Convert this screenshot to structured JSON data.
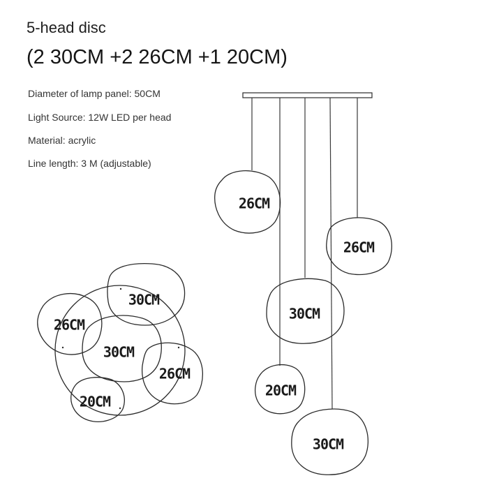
{
  "header": {
    "title": "5-head disc",
    "subtitle": "(2 30CM +2 26CM +1 20CM)"
  },
  "specs": [
    "Diameter of lamp panel: 50CM",
    "Light Source: 12W LED per head",
    "Material: acrylic",
    "Line length: 3 M (adjustable)"
  ],
  "top_view": {
    "labels": [
      "30CM",
      "26CM",
      "30CM",
      "26CM",
      "20CM"
    ]
  },
  "side_view": {
    "labels": [
      "26CM",
      "26CM",
      "30CM",
      "20CM",
      "30CM"
    ]
  },
  "colors": {
    "line": "#2a2a2a",
    "background": "#ffffff"
  }
}
